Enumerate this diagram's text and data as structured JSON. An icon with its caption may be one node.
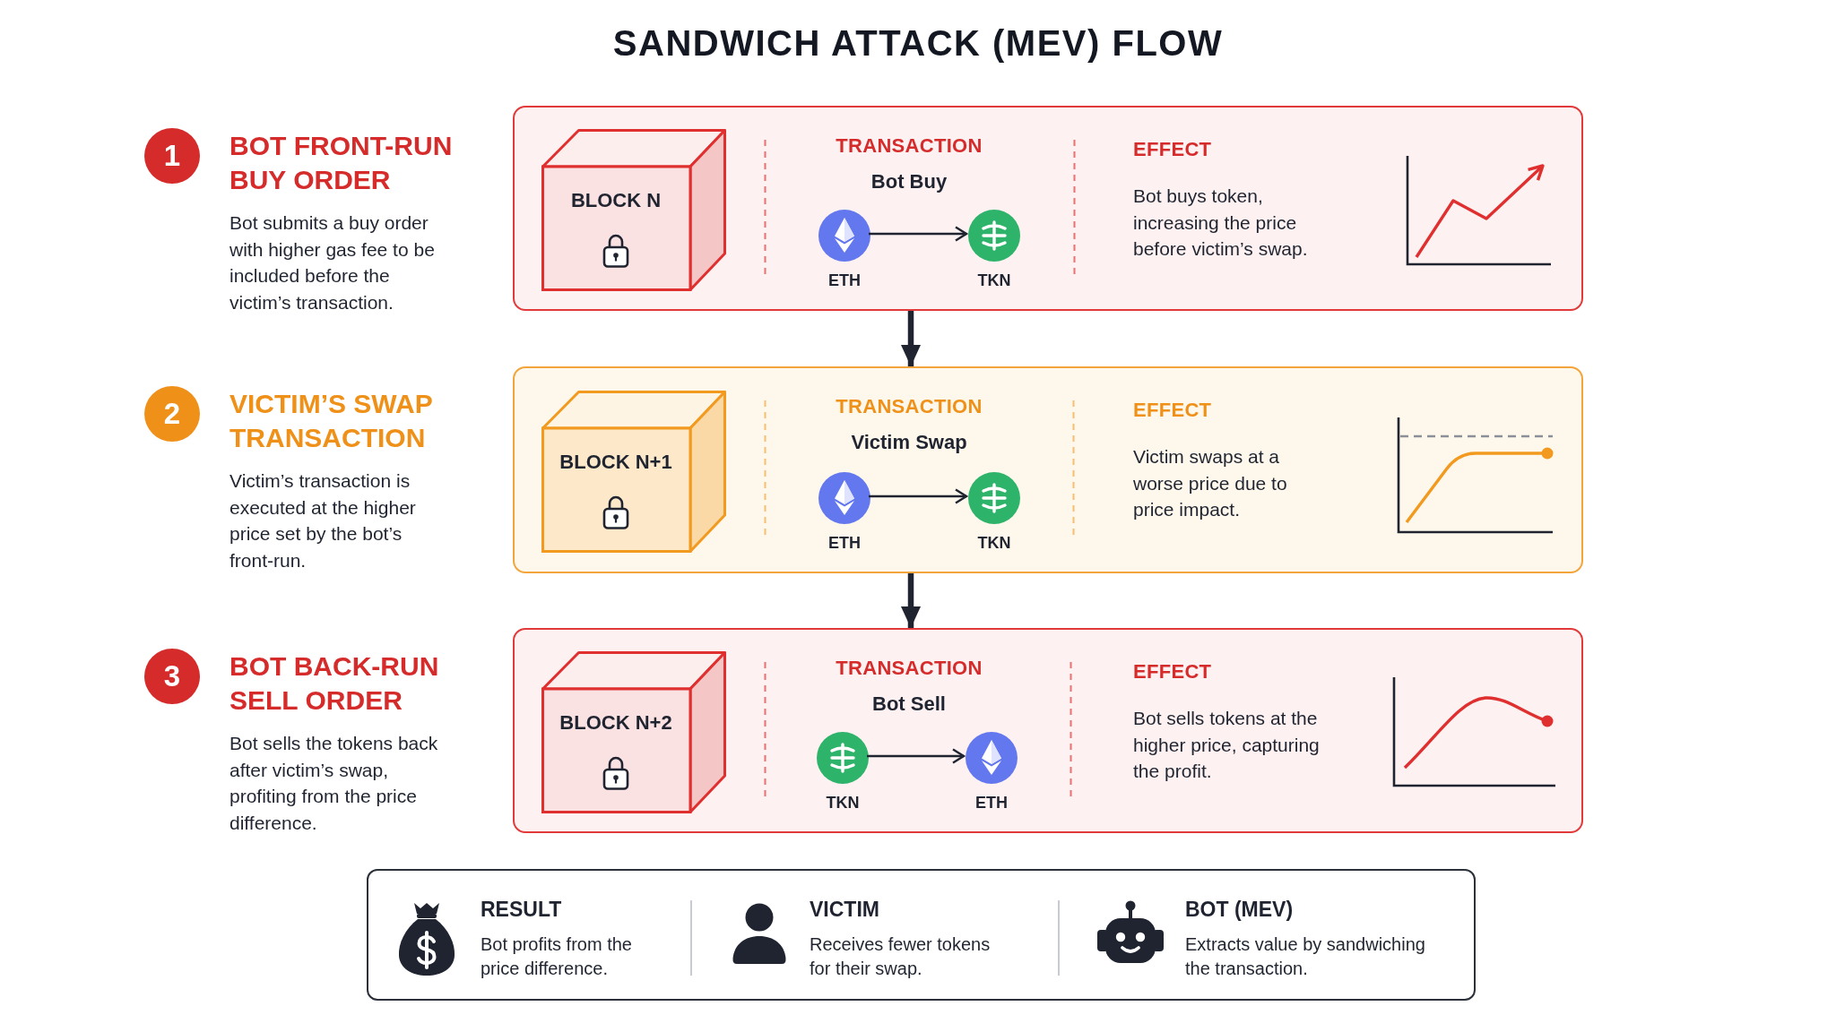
{
  "diagram": {
    "title": "SANDWICH ATTACK (MEV) FLOW",
    "nodes": [
      {
        "text": [
          "1"
        ],
        "beside": [
          "BOT FRONT-RUN BUY ORDER",
          "Bot submits a buy order with higher gas fee to be included before the victim’s transaction."
        ]
      },
      {
        "text": [
          "TRANSACTION",
          "Bot Buy",
          "EFFECT",
          "Bot buys token, increasing the price before victim’s swap."
        ]
      },
      {
        "text": [
          "BLOCK N"
        ],
        "in": 1
      },
      {
        "text": [],
        "shape": "circle",
        "in": 1,
        "beside": [
          "ETH"
        ]
      },
      {
        "text": [],
        "shape": "circle",
        "in": 1,
        "beside": [
          "TKN"
        ]
      },
      {
        "text": [
          "2"
        ],
        "beside": [
          "VICTIM’S SWAP TRANSACTION",
          "Victim’s transaction is executed at the higher price set by the bot’s front-run."
        ]
      },
      {
        "text": [
          "TRANSACTION",
          "Victim Swap",
          "EFFECT",
          "Victim swaps at a worse price due to price impact."
        ]
      },
      {
        "text": [
          "BLOCK N+1"
        ],
        "in": 6
      },
      {
        "text": [],
        "shape": "circle",
        "in": 6,
        "beside": [
          "ETH"
        ]
      },
      {
        "text": [],
        "shape": "circle",
        "in": 6,
        "beside": [
          "TKN"
        ]
      },
      {
        "text": [
          "3"
        ],
        "beside": [
          "BOT BACK-RUN SELL ORDER",
          "Bot sells the tokens back after victim’s swap, profiting from the price difference."
        ]
      },
      {
        "text": [
          "TRANSACTION",
          "Bot Sell",
          "EFFECT",
          "Bot sells tokens at the higher price, capturing the profit."
        ]
      },
      {
        "text": [
          "BLOCK N+2"
        ],
        "in": 11
      },
      {
        "text": [],
        "shape": "circle",
        "in": 11,
        "beside": [
          "TKN"
        ]
      },
      {
        "text": [],
        "shape": "circle",
        "in": 11,
        "beside": [
          "ETH"
        ]
      },
      {
        "text": [
          "RESULT",
          "Bot profits from the price difference.",
          "VICTIM",
          "Receives fewer tokens for their swap.",
          "BOT (MEV)",
          "Extracts value by sandwiching the transaction."
        ]
      }
    ],
    "edges": [
      {
        "from": 1,
        "to": 6,
        "arrow": "to",
        "style": "thick"
      },
      {
        "from": 6,
        "to": 11,
        "arrow": "to",
        "style": "thick"
      },
      {
        "from": 3,
        "to": 4,
        "arrow": "to"
      },
      {
        "from": 8,
        "to": 9,
        "arrow": "to"
      },
      {
        "from": 13,
        "to": 14,
        "arrow": "to"
      }
    ]
  }
}
